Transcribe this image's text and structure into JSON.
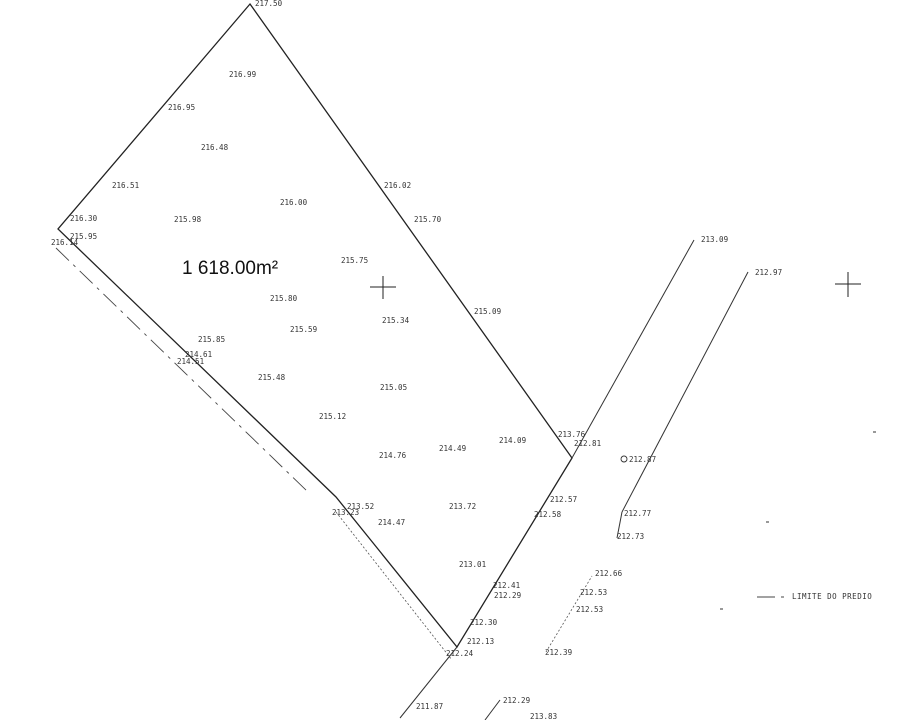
{
  "plan": {
    "area_label": "1 618.00m²",
    "legend_label": "LIMITE DO PREDIO",
    "colors": {
      "line": "#222222",
      "text": "#333333",
      "background": "#ffffff"
    },
    "elevations": [
      "217.50",
      "216.99",
      "216.95",
      "216.48",
      "216.51",
      "216.02",
      "216.30",
      "215.98",
      "216.00",
      "215.70",
      "215.95",
      "216.14",
      "215.75",
      "213.09",
      "212.97",
      "215.80",
      "215.09",
      "215.34",
      "215.59",
      "215.85",
      "214.61",
      "214.51",
      "215.48",
      "215.05",
      "215.12",
      "213.76",
      "212.81",
      "214.09",
      "214.49",
      "214.76",
      "212.87",
      "212.57",
      "213.52",
      "213.23",
      "212.58",
      "213.72",
      "212.77",
      "214.47",
      "212.73",
      "213.01",
      "212.66",
      "212.41",
      "212.53",
      "212.29",
      "212.53",
      "212.30",
      "212.13",
      "212.39",
      "212.24",
      "211.87",
      "212.29",
      "213.83"
    ]
  }
}
